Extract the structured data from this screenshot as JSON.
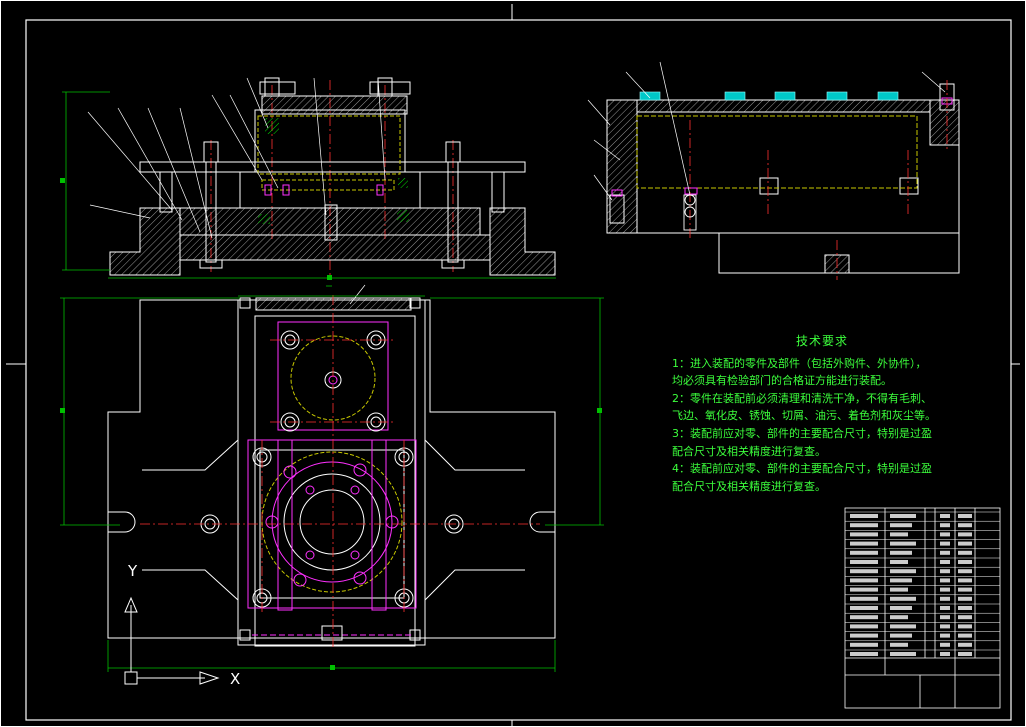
{
  "technical_requirements": {
    "title": "技术要求",
    "lines": [
      "1：进入装配的零件及部件（包括外购件、外协件），",
      "均必须具有检验部门的合格证方能进行装配。",
      "2：零件在装配前必须清理和清洗干净，不得有毛刺、",
      "飞边、氧化皮、锈蚀、切屑、油污、着色剂和灰尘等。",
      "3：装配前应对零、部件的主要配合尺寸，特别是过盈",
      "配合尺寸及相关精度进行复查。",
      "4：装配前应对零、部件的主要配合尺寸，特别是过盈",
      "配合尺寸及相关精度进行复查。"
    ]
  },
  "ucs_icon": {
    "x_label": "X",
    "y_label": "Y"
  },
  "colors": {
    "background": "#000000",
    "frame": "#ffffff",
    "centerline": "#ff3030",
    "dimension": "#00c000",
    "hidden": "#c8c800",
    "magenta": "#ff30ff",
    "cyan": "#00c8c8",
    "text": "#3cff3c"
  }
}
